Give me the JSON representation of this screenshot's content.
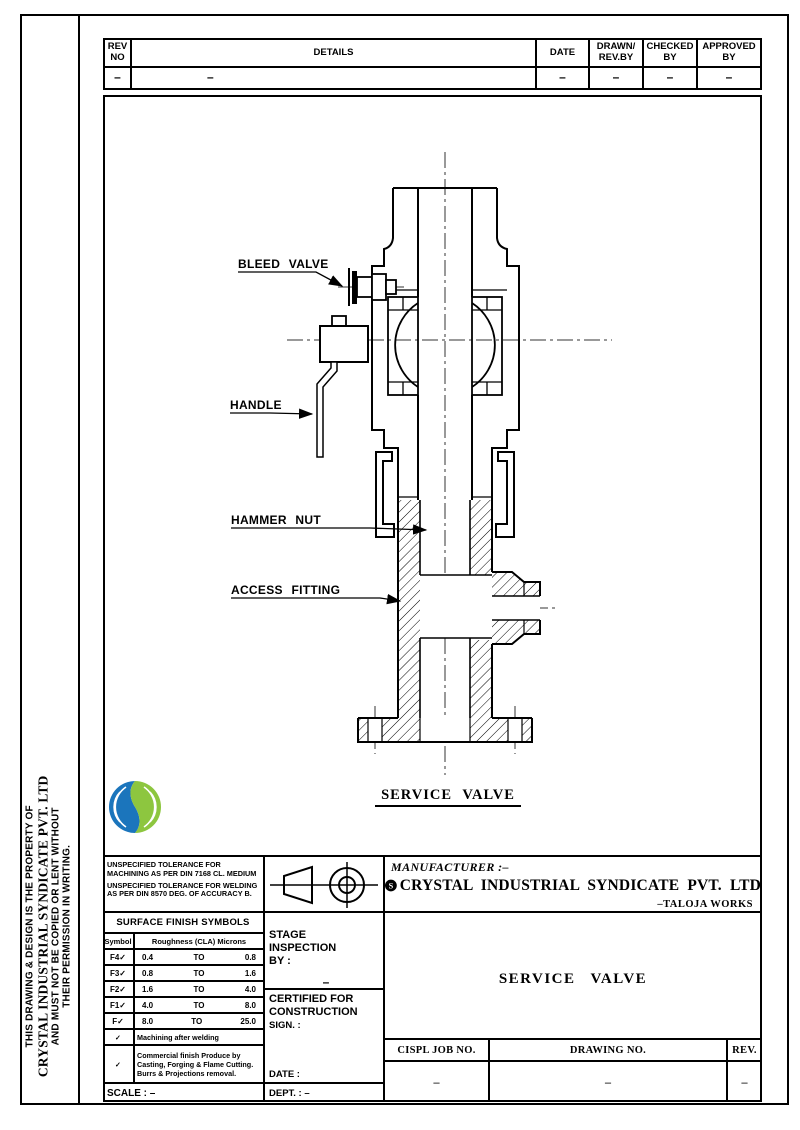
{
  "revision_table": {
    "headers": [
      "REV\nNO",
      "DETAILS",
      "DATE",
      "DRAWN/\nREV.BY",
      "CHECKED\nBY",
      "APPROVED\nBY"
    ],
    "values": [
      "–",
      "–",
      "–",
      "–",
      "–",
      "–"
    ]
  },
  "property_notice": {
    "line1": "THIS DRAWING & DESIGN IS THE PROPERTY OF",
    "line2": "CRYSTAL INDUSTRIAL SYNDICATE PVT. LTD",
    "line3": "AND MUST NOT BE COPIED OR LENT WITHOUT",
    "line4": "THEIR PERMISSION IN WRITING."
  },
  "drawing": {
    "caption": "SERVICE VALVE",
    "labels": {
      "bleed_valve": "BLEED VALVE",
      "handle": "HANDLE",
      "hammer_nut": "HAMMER NUT",
      "access_fitting": "ACCESS FITTING"
    }
  },
  "tolerance_block": {
    "note1": "UNSPECIFIED TOLERANCE FOR MACHINING AS PER DIN 7168 CL. MEDIUM",
    "note2": "UNSPECIFIED TOLERANCE FOR WELDING AS PER DIN 8570 DEG. OF ACCURACY B."
  },
  "surface_finish": {
    "title": "SURFACE FINISH SYMBOLS",
    "symbol_header": "Symbol",
    "roughness_header": "Roughness (CLA) Microns",
    "rows": [
      {
        "symbol": "F4✓",
        "min": "0.4",
        "sep": "TO",
        "max": "0.8"
      },
      {
        "symbol": "F3✓",
        "min": "0.8",
        "sep": "TO",
        "max": "1.6"
      },
      {
        "symbol": "F2✓",
        "min": "1.6",
        "sep": "TO",
        "max": "4.0"
      },
      {
        "symbol": "F1✓",
        "min": "4.0",
        "sep": "TO",
        "max": "8.0"
      },
      {
        "symbol": "F✓",
        "min": "8.0",
        "sep": "TO",
        "max": "25.0"
      }
    ],
    "note_rows": [
      {
        "symbol": "✓",
        "text": "Machining after welding"
      },
      {
        "symbol": "✓",
        "text": "Commercial finish Produce by Casting, Forging & Flame Cutting. Burrs & Projections removal."
      }
    ],
    "scale": "SCALE : –"
  },
  "approval_block": {
    "stage": "STAGE\nINSPECTION\nBY :",
    "stage_value": "–",
    "certified": "CERTIFIED FOR\nCONSTRUCTION",
    "sign": "SIGN. :",
    "date": "DATE :",
    "dept": "DEPT. :  –"
  },
  "title_block": {
    "manufacturer_label": "MANUFACTURER :–",
    "logo_letter": "S",
    "company": "CRYSTAL INDUSTRIAL SYNDICATE PVT. LTD",
    "works": "–TALOJA WORKS",
    "title": "SERVICE VALVE",
    "job_headers": [
      "CISPL JOB NO.",
      "DRAWING NO.",
      "REV."
    ],
    "job_values": [
      "–",
      "–",
      "–"
    ]
  },
  "colors": {
    "line": "#000000",
    "centerline": "#333333",
    "logo_blue": "#1b75bc",
    "logo_green": "#8dc63f"
  }
}
